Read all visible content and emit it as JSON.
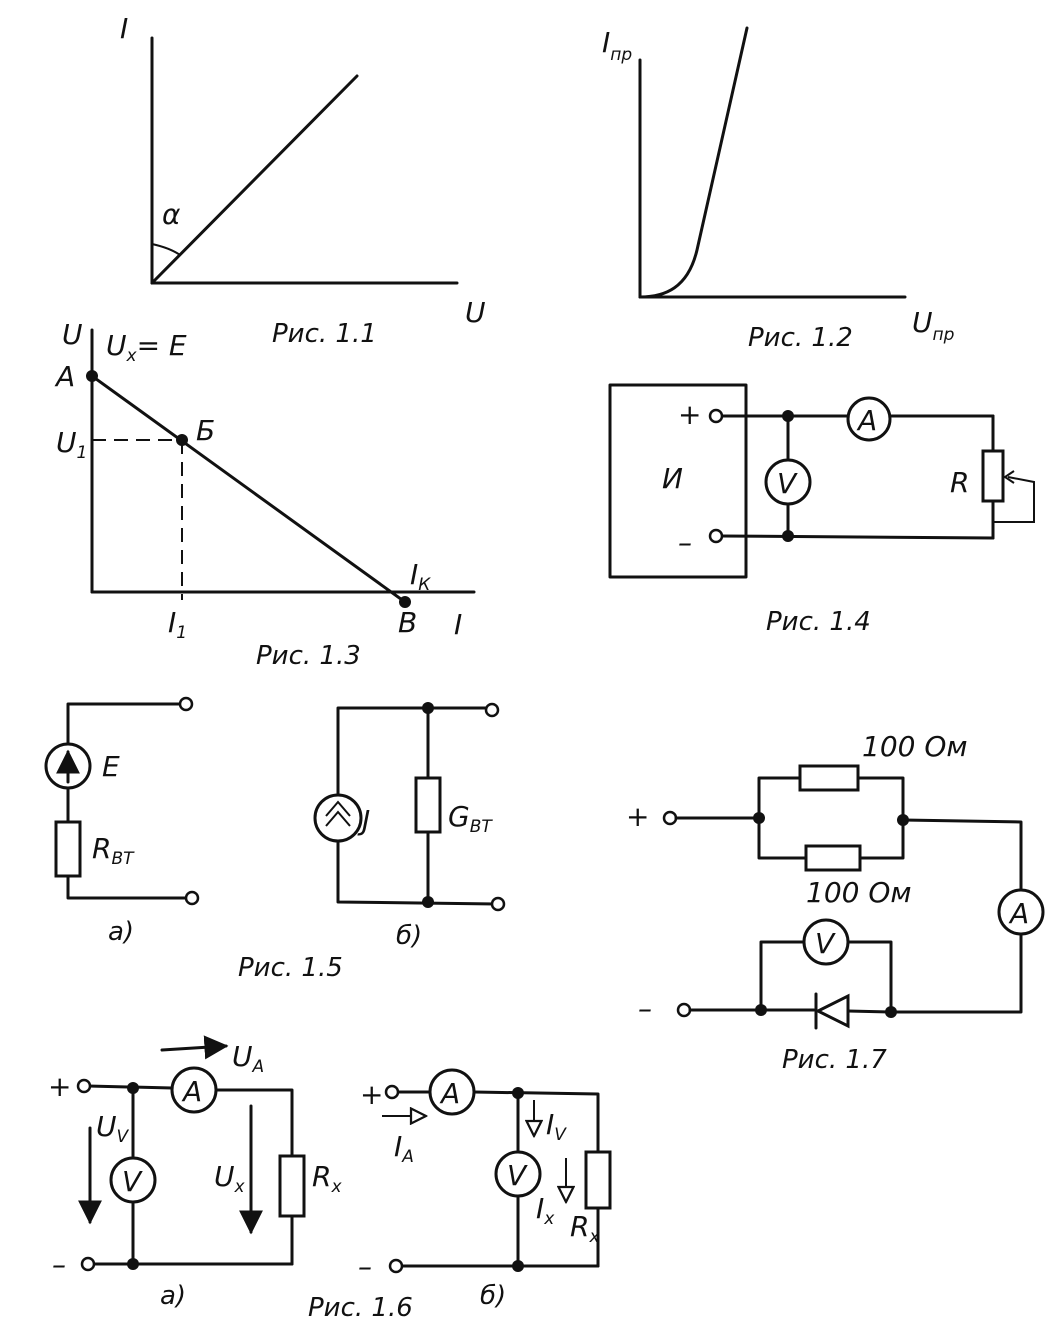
{
  "fig11": {
    "y_axis": "I",
    "x_axis": "U",
    "angle": "α",
    "caption": "Рис. 1.1"
  },
  "fig12": {
    "y_axis_main": "I",
    "y_axis_sub": "пр",
    "x_axis_main": "U",
    "x_axis_sub": "пр",
    "caption": "Рис. 1.2"
  },
  "fig13": {
    "y_axis": "U",
    "x_axis": "I",
    "ux_main": "U",
    "ux_sub": "x",
    "ux_eq": "= E",
    "point_a": "A",
    "point_b": "Б",
    "point_c": "B",
    "u1_main": "U",
    "u1_sub": "1",
    "i1_main": "I",
    "i1_sub": "1",
    "ik_main": "I",
    "ik_sub": "К",
    "caption": "Рис. 1.3"
  },
  "fig14": {
    "source": "И",
    "plus": "+",
    "minus": "–",
    "ammeter": "A",
    "voltmeter": "V",
    "resistor": "R",
    "caption": "Рис. 1.4"
  },
  "fig15": {
    "emf": "E",
    "r_main": "R",
    "r_sub": "ВТ",
    "current_src": "J",
    "g_main": "G",
    "g_sub": "ВТ",
    "label_a": "а)",
    "label_b": "б)",
    "caption": "Рис. 1.5"
  },
  "fig16": {
    "plus_a": "+",
    "minus_a": "–",
    "ammeter_a": "A",
    "voltmeter_a": "V",
    "ua_main": "U",
    "ua_sub": "A",
    "uv_main": "U",
    "uv_sub": "V",
    "ux_main": "U",
    "ux_sub": "x",
    "rx_a_main": "R",
    "rx_a_sub": "x",
    "label_a": "а)",
    "plus_b": "+",
    "minus_b": "–",
    "ammeter_b": "A",
    "voltmeter_b": "V",
    "ia_main": "I",
    "ia_sub": "A",
    "iv_main": "I",
    "iv_sub": "V",
    "ix_main": "I",
    "ix_sub": "x",
    "rx_b_main": "R",
    "rx_b_sub": "x",
    "label_b": "б)",
    "caption": "Рис. 1.6"
  },
  "fig17": {
    "plus": "+",
    "minus": "–",
    "r1_value": "100 Ом",
    "r2_value": "100 Ом",
    "ammeter": "A",
    "voltmeter": "V",
    "caption": "Рис. 1.7"
  }
}
